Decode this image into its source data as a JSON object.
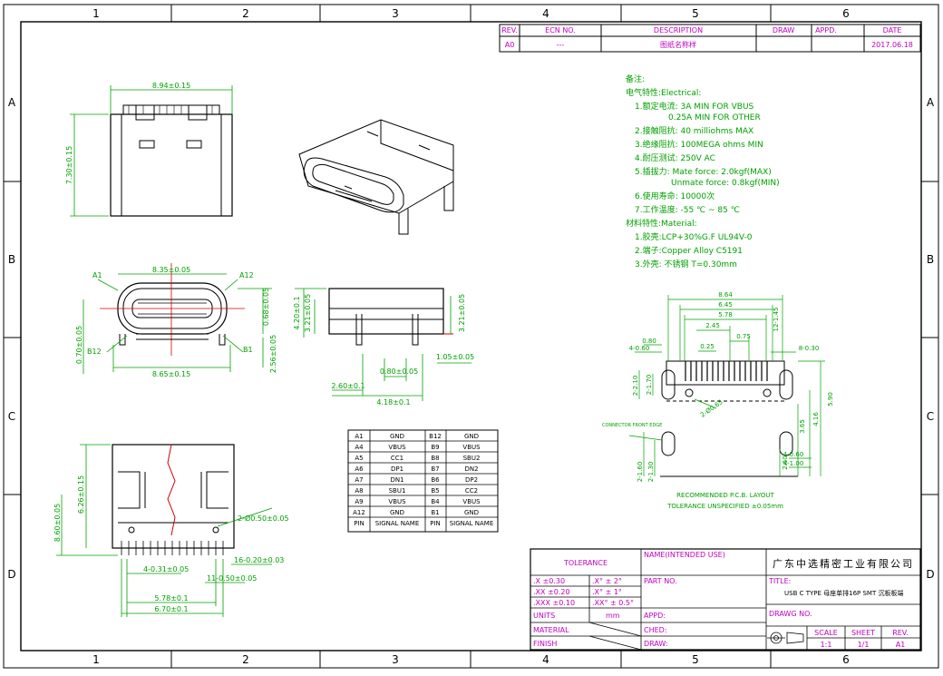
{
  "frame": {
    "col_numbers": [
      "1",
      "2",
      "3",
      "4",
      "5",
      "6"
    ],
    "row_letters": [
      "A",
      "B",
      "C",
      "D"
    ]
  },
  "revision": {
    "headers": [
      "REV.",
      "ECN NO.",
      "DESCRIPTION",
      "DRAW",
      "APPD.",
      "DATE"
    ],
    "row": {
      "rev": "A0",
      "ecn": "---",
      "desc": "图纸名称样",
      "draw": "",
      "appd": "",
      "date": "2017.06.18"
    }
  },
  "notes": {
    "title": "备注:",
    "electrical_head": "电气特性:Electrical:",
    "electrical": [
      "1.额定电流: 3A MIN FOR VBUS",
      "0.25A MIN FOR OTHER",
      "2.接触阻抗: 40 milliohms MAX",
      "3.绝缘阻抗: 100MEGA ohms MIN",
      "4.耐压测试: 250V AC",
      "5.插拔力:   Mate force: 2.0kgf(MAX)",
      "Unmate force: 0.8kgf(MIN)",
      "6.使用寿命: 10000次",
      "7.工作温度: -55 ℃ ~ 85 ℃"
    ],
    "material_head": "材料特性:Material:",
    "material": [
      "1.胶壳:LCP+30%G.F UL94V-0",
      "2.端子:Copper Alloy C5191",
      "3.外壳: 不锈钢 T=0.30mm"
    ]
  },
  "dims": {
    "top_width": "8.94±0.15",
    "top_height": "7.30±0.15",
    "front_width_top": "8.35±0.05",
    "front_a1": "A1",
    "front_a12": "A12",
    "front_b12": "B12",
    "front_b1": "B1",
    "front_width_bot": "8.65±0.15",
    "front_h1": "0.68±0.05",
    "front_h2": "2.56±0.05",
    "front_left": "0.70±0.05",
    "side_h1": "4.20±0.1",
    "side_h2": "3.21±0.05",
    "side_h3": "3.21±0.05",
    "side_w1": "0.80±0.05",
    "side_w2": "1.05±0.05",
    "side_w3": "2.60±0.1",
    "side_w4": "4.18±0.1",
    "bot_h1": "6.26±0.15",
    "bot_h2": "8.60±0.05",
    "bot_hole": "2-Ø0.50±0.05",
    "bot_w1": "4-0.31±0.05",
    "bot_w2": "11-0.50±0.05",
    "bot_w3": "16-0.20±0.03",
    "bot_w4": "5.78±0.1",
    "bot_w5": "6.70±0.1",
    "pcb_title": "RECOMMENDED P.C.B. LAYOUT",
    "pcb_tol": "TOLERANCE UNSPECIFIED ±0.05mm",
    "pcb_edge": "CONNECTOR FRONT EDGE",
    "pcb_labels": [
      "8.64",
      "6.45",
      "5.78",
      "2.45",
      "0.75",
      "0.25",
      "12-1.45",
      "0.80",
      "4-0.60",
      "8-0.30",
      "2-2.10",
      "2-1.70",
      "2-Ø0.65",
      "5.90",
      "4.16",
      "3.65",
      "2.60",
      "2-1.60",
      "2-1.30",
      "4-0.60",
      "4-1.00"
    ]
  },
  "pin_table": {
    "rows": [
      [
        "A1",
        "GND",
        "B12",
        "GND"
      ],
      [
        "A4",
        "VBUS",
        "B9",
        "VBUS"
      ],
      [
        "A5",
        "CC1",
        "B8",
        "SBU2"
      ],
      [
        "A6",
        "DP1",
        "B7",
        "DN2"
      ],
      [
        "A7",
        "DN1",
        "B6",
        "DP2"
      ],
      [
        "A8",
        "SBU1",
        "B5",
        "CC2"
      ],
      [
        "A9",
        "VBUS",
        "B4",
        "VBUS"
      ],
      [
        "A12",
        "GND",
        "B1",
        "GND"
      ],
      [
        "PIN",
        "SIGNAL NAME",
        "PIN",
        "SIGNAL NAME"
      ]
    ]
  },
  "title_block": {
    "tolerance": "TOLERANCE",
    "tol_rows": [
      [
        ".X  ±0.30",
        ".X°  ± 2°"
      ],
      [
        ".XX  ±0.20",
        ".X°  ± 1°"
      ],
      [
        ".XXX ±0.10",
        ".XX°  ± 0.5°"
      ]
    ],
    "units_label": "UNITS",
    "units_value": "mm",
    "material_label": "MATERIAL",
    "finish_label": "FINISH",
    "name_label": "NAME(INTENDED USE)",
    "company": "广东中选精密工业有限公司",
    "part_no": "PART NO.",
    "title_label": "TITLE:",
    "title_value": "USB C TYPE 母座单排16P SMT 沉板板端",
    "appd": "APPD:",
    "drawg_no": "DRAWG NO.",
    "ched": "CHED:",
    "draw": "DRAW:",
    "scale_label": "SCALE",
    "scale_value": "1:1",
    "sheet_label": "SHEET",
    "sheet_value": "1/1",
    "rev_label": "REV.",
    "rev_value": "A1"
  }
}
